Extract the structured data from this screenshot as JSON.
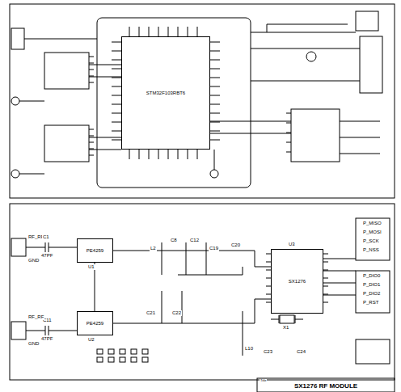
{
  "diagram": {
    "nodes": [
      {
        "text": [
          "STM32F103RBT6"
        ]
      },
      {
        "text": [
          "PE4259"
        ]
      },
      {
        "text": [
          "PE4259"
        ]
      },
      {
        "text": [
          "SX1276"
        ]
      },
      {
        "text": [
          "SX1276 RF MODULE"
        ]
      }
    ],
    "edges": [
      {
        "from": 1,
        "to": 3,
        "arrow": "none"
      },
      {
        "from": 2,
        "to": 3,
        "arrow": "none"
      }
    ],
    "labels": [
      "RF_RF",
      "GND",
      "C1",
      "47PF",
      "U1",
      "C11",
      "47PF",
      "RF_RF",
      "GND",
      "U2",
      "L2",
      "C8",
      "C12",
      "C19",
      "C20",
      "C21",
      "C22",
      "L10",
      "X1",
      "C23",
      "C24",
      "U3",
      "P_MISO",
      "P_MOSI",
      "P_SCK",
      "P_NSS",
      "P_DIO0",
      "P_DIO1",
      "P_DIO2",
      "P_RST",
      "Title"
    ]
  }
}
